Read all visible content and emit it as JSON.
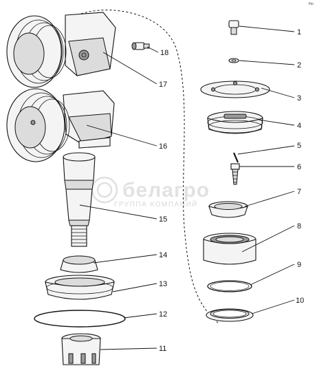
{
  "corner_mark": "Fю",
  "watermark": {
    "brand": "белагро",
    "tagline": "ГРУППА КОМПАНИЙ"
  },
  "callouts": [
    {
      "label": "1"
    },
    {
      "label": "2"
    },
    {
      "label": "3"
    },
    {
      "label": "4"
    },
    {
      "label": "5"
    },
    {
      "label": "6"
    },
    {
      "label": "7"
    },
    {
      "label": "8"
    },
    {
      "label": "9"
    },
    {
      "label": "10"
    },
    {
      "label": "11"
    },
    {
      "label": "12"
    },
    {
      "label": "13"
    },
    {
      "label": "14"
    },
    {
      "label": "15"
    },
    {
      "label": "16"
    },
    {
      "label": "17"
    },
    {
      "label": "18"
    }
  ]
}
